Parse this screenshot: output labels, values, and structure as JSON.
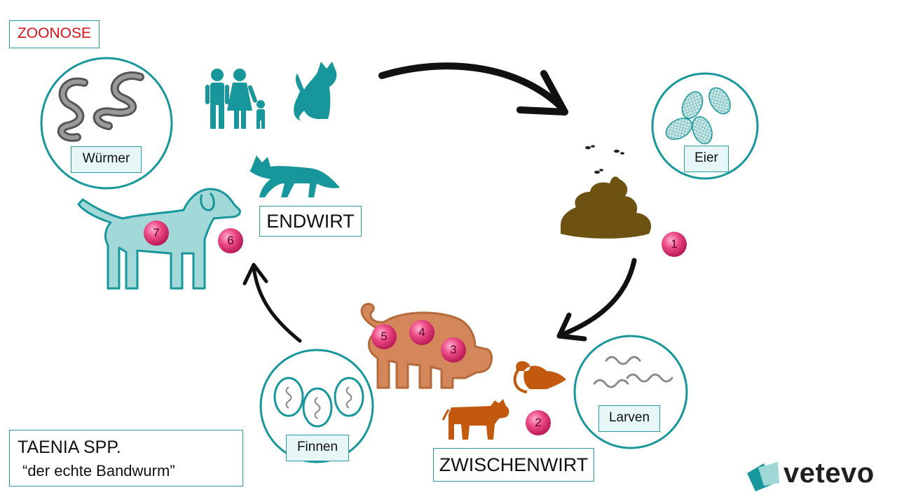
{
  "header": {
    "zoonose_tag": "ZOONOSE"
  },
  "title_box": {
    "title": "TAENIA SPP.",
    "subtitle": "“der echte Bandwurm”"
  },
  "hosts": {
    "endwirt": "ENDWIRT",
    "zwischenwirt": "ZWISCHENWIRT"
  },
  "circles": {
    "wuermer": "Würmer",
    "eier": "Eier",
    "larven": "Larven",
    "finnen": "Finnen"
  },
  "steps": [
    "1",
    "2",
    "3",
    "4",
    "5",
    "6",
    "7"
  ],
  "brand": {
    "name": "vetevo"
  },
  "colors": {
    "teal": "#17979b",
    "teal_light": "#9fd6d6",
    "brown": "#6e5211",
    "orange": "#c3580f",
    "pig": "#d4875a",
    "marker": "#e0306e",
    "tag_red": "#d7141e"
  }
}
